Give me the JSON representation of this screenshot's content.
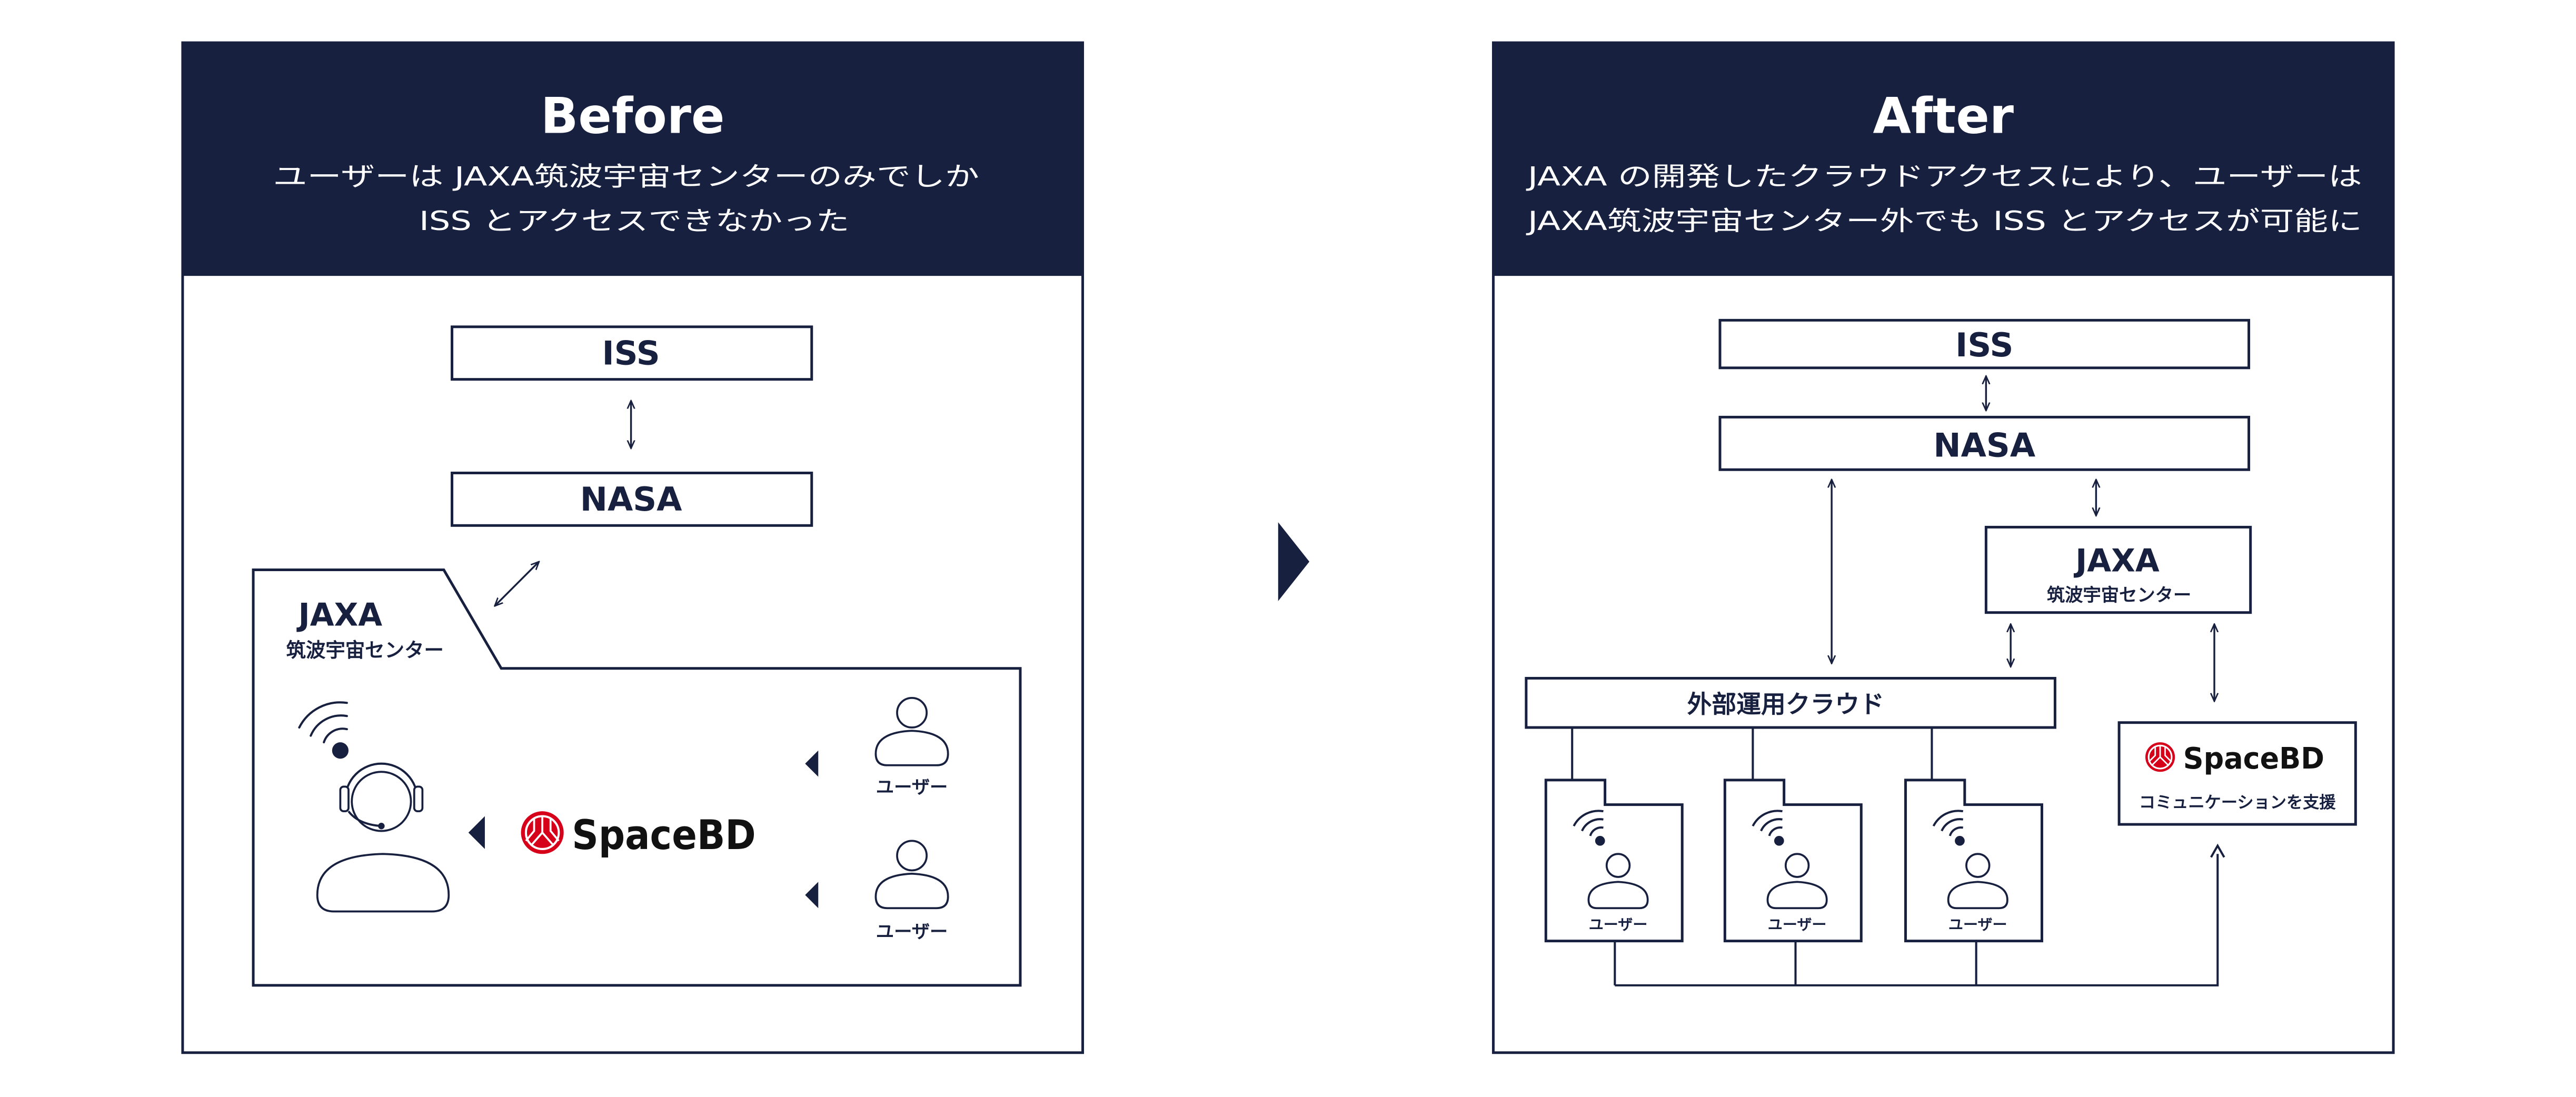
{
  "colors": {
    "navy": "#18203f",
    "brand_red": "#d7001b",
    "background": "#ffffff"
  },
  "before": {
    "title": "Before",
    "subtitle_line1": "ユーザーは JAXA筑波宇宙センターのみでしか",
    "subtitle_line2": "ISS とアクセスできなかった",
    "iss": "ISS",
    "nasa": "NASA",
    "jaxa": "JAXA",
    "jaxa_sub": "筑波宇宙センター",
    "logo_text": "SpaceBD",
    "users": [
      {
        "label": "ユーザー"
      },
      {
        "label": "ユーザー"
      }
    ]
  },
  "after": {
    "title": "After",
    "subtitle_line1": "JAXA の開発したクラウドアクセスにより、ユーザーは",
    "subtitle_line2": "JAXA筑波宇宙センター外でも ISS とアクセスが可能に",
    "iss": "ISS",
    "nasa": "NASA",
    "jaxa": "JAXA",
    "jaxa_sub": "筑波宇宙センター",
    "cloud": "外部運用クラウド",
    "logo_text": "SpaceBD",
    "support": "コミュニケーションを支援",
    "users": [
      {
        "label": "ユーザー"
      },
      {
        "label": "ユーザー"
      },
      {
        "label": "ユーザー"
      }
    ]
  }
}
